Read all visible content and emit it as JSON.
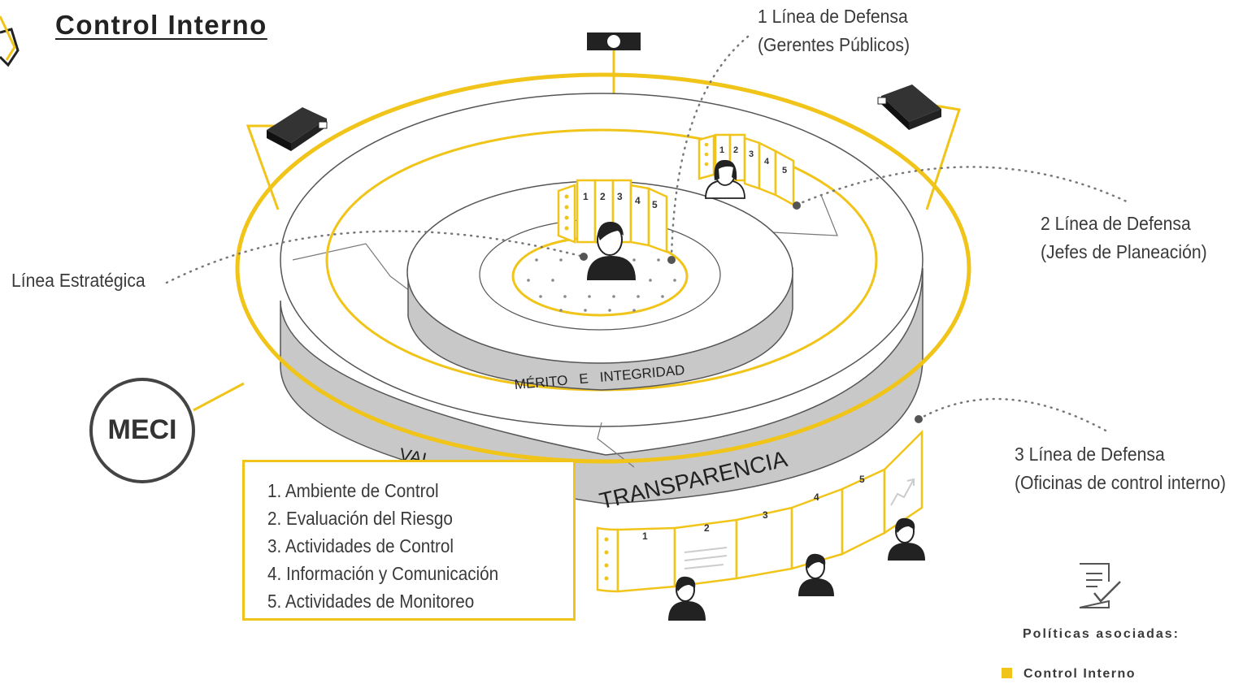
{
  "title": "Control Interno",
  "meci": "MECI",
  "callouts": {
    "linea_estrategica": "Línea Estratégica",
    "linea1": {
      "line1": "1 Línea de Defensa",
      "line2": "(Gerentes Públicos)"
    },
    "linea2": {
      "line1": "2 Línea de Defensa",
      "line2": "(Jefes de Planeación)"
    },
    "linea3": {
      "line1": "3 Línea de Defensa",
      "line2": "(Oficinas de control interno)"
    }
  },
  "ring_labels": {
    "inner": "MÉRITO   E   INTEGRIDAD",
    "outer_partial": "VAL",
    "outer": "TRANSPARENCIA"
  },
  "components": [
    "1. Ambiente de Control",
    "2. Evaluación del Riesgo",
    "3. Actividades de Control",
    "4. Información y Comunicación",
    "5. Actividades de Monitoreo"
  ],
  "panel_numbers": [
    "1",
    "2",
    "3",
    "4",
    "5"
  ],
  "policies": {
    "heading": "Políticas asociadas:",
    "items": [
      "Control Interno"
    ]
  },
  "colors": {
    "accent": "#f0c419",
    "ring_gray": "#c8c8c8",
    "ink": "#222222"
  },
  "icons": [
    "camera-icon",
    "projector-icon",
    "person-icon",
    "document-check-icon",
    "chart-trend-icon"
  ]
}
